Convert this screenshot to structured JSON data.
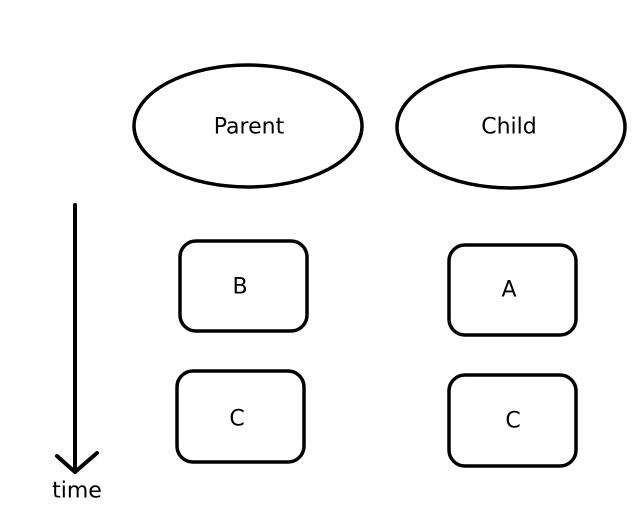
{
  "columns": {
    "parent": {
      "label": "Parent",
      "steps": [
        "B",
        "C"
      ]
    },
    "child": {
      "label": "Child",
      "steps": [
        "A",
        "C"
      ]
    }
  },
  "time_axis": {
    "label": "time"
  },
  "colors": {
    "stroke": "#000000",
    "background": "#ffffff"
  }
}
